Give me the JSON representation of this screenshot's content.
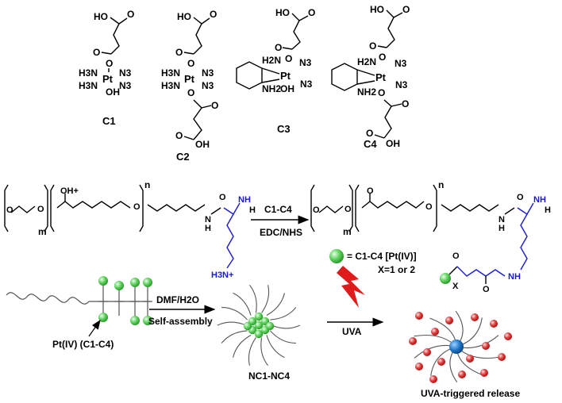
{
  "compounds": {
    "c1": "C1",
    "c2": "C2",
    "c3": "C3",
    "c4": "C4"
  },
  "atoms": {
    "ho": "HO",
    "oh": "OH",
    "o": "O",
    "h3n": "H3N",
    "n3": "N3",
    "pt": "Pt",
    "h2n": "H2N",
    "nh2": "NH2",
    "oh_plus": "OH+",
    "h3n_plus": "H3N+",
    "nh": "NH",
    "h": "H",
    "n": "N",
    "x": "X"
  },
  "repeat": {
    "n": "n",
    "m": "m"
  },
  "reaction1": {
    "reagent": "C1-C4",
    "conditions": "EDC/NHS"
  },
  "legend": {
    "text": "= C1-C4 [Pt(IV)]",
    "x_note": "X=1 or 2"
  },
  "assembly": {
    "polymer_label": "Pt(IV) (C1-C4)",
    "solvent": "DMF/H2O",
    "process": "Self-assembly",
    "product": "NC1-NC4",
    "trigger": "UVA",
    "result": "UVA-triggered release"
  },
  "colors": {
    "pt_sphere": "#5fd35f",
    "release_sphere": "#e23b3b",
    "core": "#1f78c8",
    "amide_blue": "#1a1ad0",
    "bolt": "#e01b1b"
  }
}
